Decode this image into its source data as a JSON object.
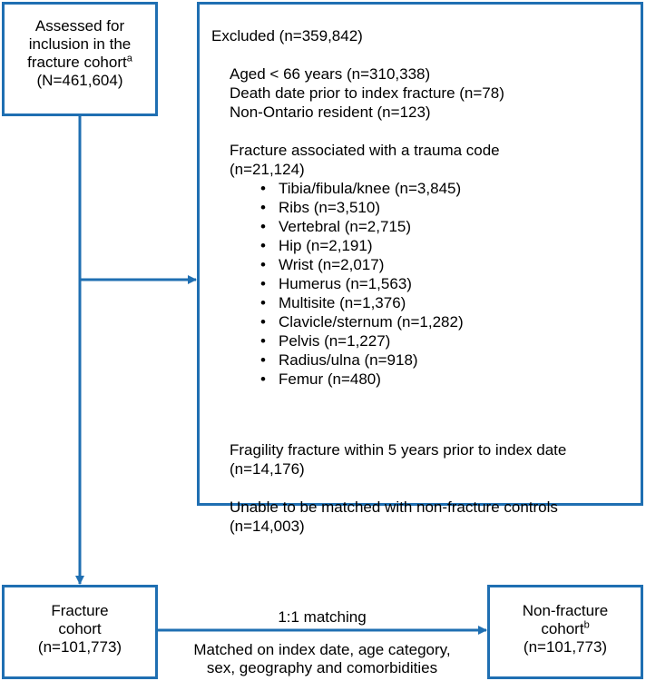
{
  "assessed": {
    "line1": "Assessed for",
    "line2": "inclusion in the",
    "line3": "fracture cohort",
    "line3_sup": "a",
    "line4": "(N=461,604)"
  },
  "excluded": {
    "title": "Excluded (n=359,842)",
    "age": "Aged < 66 years (n=310,338)",
    "death": "Death date prior to index fracture (n=78)",
    "non_ontario": "Non-Ontario resident (n=123)",
    "trauma_line1": "Fracture associated with a trauma code",
    "trauma_line2": "(n=21,124)",
    "trauma_items": [
      "Tibia/fibula/knee (n=3,845)",
      "Ribs (n=3,510)",
      "Vertebral (n=2,715)",
      "Hip (n=2,191)",
      "Wrist (n=2,017)",
      "Humerus (n=1,563)",
      "Multisite (n=1,376)",
      "Clavicle/sternum (n=1,282)",
      "Pelvis (n=1,227)",
      "Radius/ulna (n=918)",
      "Femur (n=480)"
    ],
    "fragility_line1": "Fragility fracture within 5 years prior to index date",
    "fragility_line2": "(n=14,176)",
    "unmatched_line1": "Unable to be matched with non-fracture controls",
    "unmatched_line2": "(n=14,003)"
  },
  "fracture": {
    "line1": "Fracture",
    "line2": "cohort",
    "line3": "(n=101,773)"
  },
  "nonfracture": {
    "line1": "Non-fracture",
    "line2": "cohort",
    "line2_sup": "b",
    "line3": "(n=101,773)"
  },
  "matching": {
    "top": "1:1 matching",
    "bottom_line1": "Matched on index date, age category,",
    "bottom_line2": "sex, geography and comorbidities"
  },
  "colors": {
    "box_border": "#1f6fb2",
    "arrow": "#1f6fb2"
  }
}
